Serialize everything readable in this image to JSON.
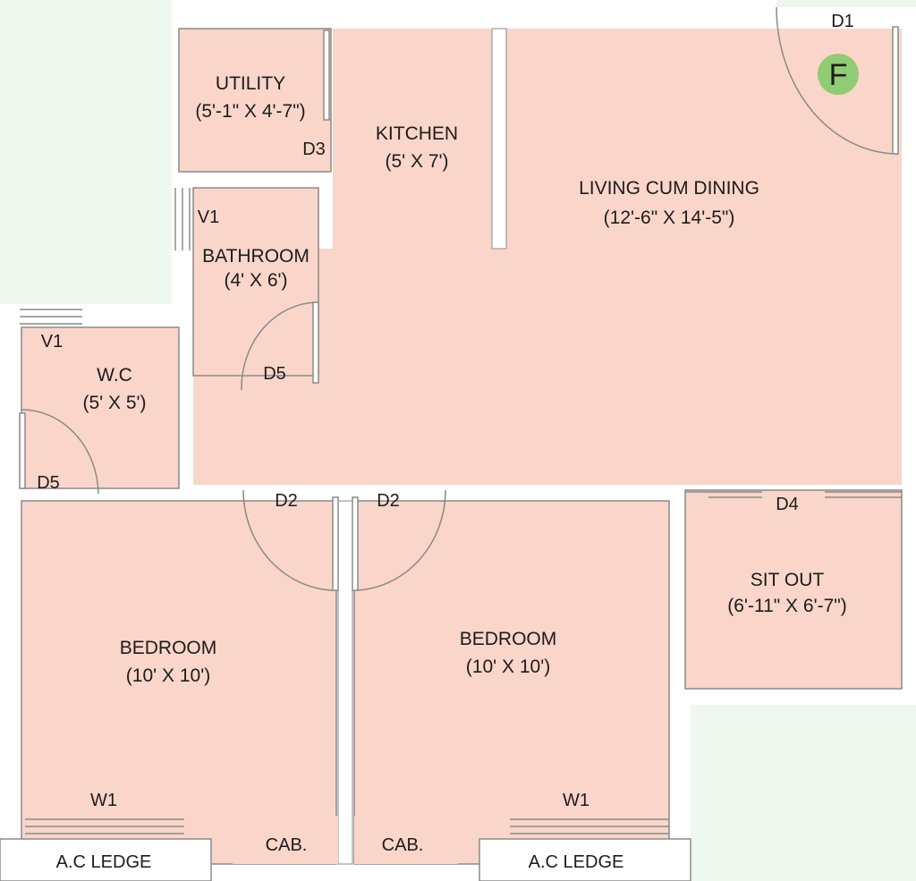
{
  "colors": {
    "room_fill": "#f9d6c9",
    "wall": "#ffffff",
    "wall_edge": "#8a8a8a",
    "outside": "#eef8ee",
    "marker": "#8fcc72"
  },
  "rooms": {
    "utility": {
      "name": "UTILITY",
      "size": "(5'-1\" X 4'-7\")"
    },
    "kitchen": {
      "name": "KITCHEN",
      "size": "(5' X 7')"
    },
    "living": {
      "name": "LIVING CUM DINING",
      "size": "(12'-6\" X 14'-5\")"
    },
    "bathroom": {
      "name": "BATHROOM",
      "size": "(4' X 6')"
    },
    "wc": {
      "name": "W.C",
      "size": "(5' X 5')"
    },
    "bedroom_left": {
      "name": "BEDROOM",
      "size": "(10' X 10')"
    },
    "bedroom_right": {
      "name": "BEDROOM",
      "size": "(10' X 10')"
    },
    "sitout": {
      "name": "SIT OUT",
      "size": "(6'-11\" X 6'-7\")"
    }
  },
  "tags": {
    "d1": "D1",
    "d2_left": "D2",
    "d2_right": "D2",
    "d3": "D3",
    "d4": "D4",
    "d5_bath": "D5",
    "d5_wc": "D5",
    "v1_bath": "V1",
    "v1_wc": "V1",
    "w1_left": "W1",
    "w1_right": "W1",
    "cab_left": "CAB.",
    "cab_right": "CAB.",
    "ac_left": "A.C LEDGE",
    "ac_right": "A.C LEDGE"
  },
  "entrance_marker": {
    "letter": "F"
  }
}
